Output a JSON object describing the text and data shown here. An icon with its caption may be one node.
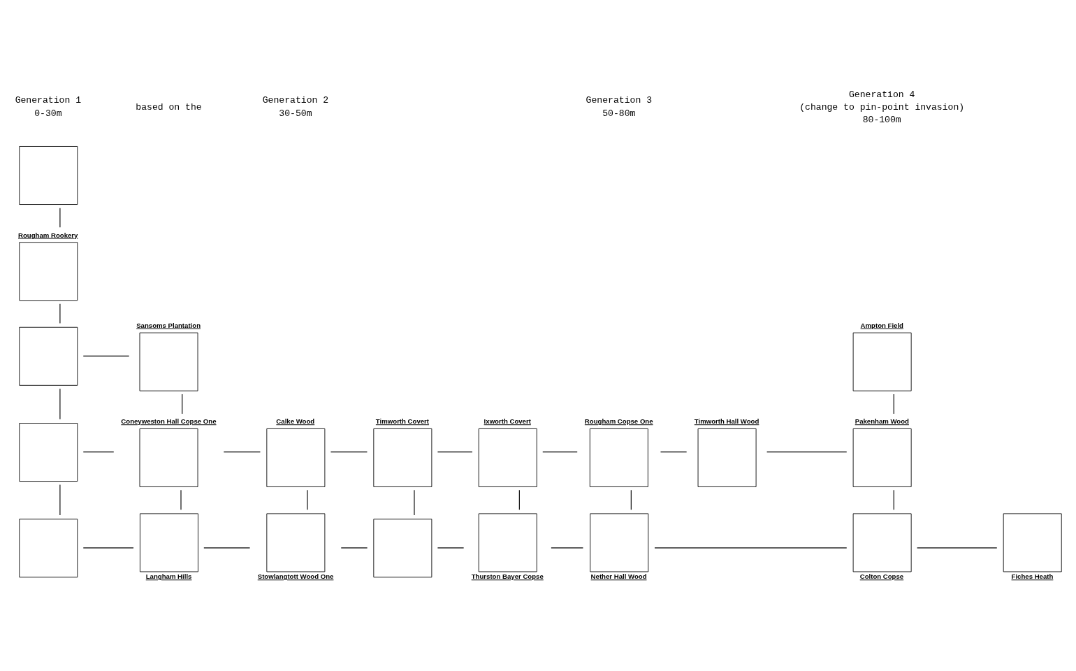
{
  "diagram": {
    "nodes": [
      {
        "text": [],
        "shape": "box"
      },
      {
        "text": [],
        "shape": "box",
        "beside": [
          "Rougham Rookery"
        ]
      },
      {
        "text": [],
        "shape": "box"
      },
      {
        "text": [],
        "shape": "box",
        "beside": [
          "Sansoms Plantation"
        ]
      },
      {
        "text": [],
        "shape": "box"
      },
      {
        "text": [],
        "shape": "box",
        "beside": [
          "Coneyweston Hall Copse One"
        ]
      },
      {
        "text": [],
        "shape": "box",
        "beside": [
          "Calke Wood"
        ]
      },
      {
        "text": [],
        "shape": "box",
        "beside": [
          "Timworth Covert"
        ]
      },
      {
        "text": [],
        "shape": "box",
        "beside": [
          "Ixworth Covert"
        ]
      },
      {
        "text": [],
        "shape": "box",
        "beside": [
          "Rougham Copse One"
        ]
      },
      {
        "text": [],
        "shape": "box",
        "beside": [
          "Timworth Hall Wood"
        ]
      },
      {
        "text": [],
        "shape": "box",
        "beside": [
          "Ampton Field"
        ]
      },
      {
        "text": [],
        "shape": "box",
        "beside": [
          "Pakenham Wood"
        ]
      },
      {
        "text": [],
        "shape": "box"
      },
      {
        "text": [],
        "shape": "box",
        "beside": [
          "Langham Hills"
        ]
      },
      {
        "text": [],
        "shape": "box",
        "beside": [
          "Stowlangtott Wood One"
        ]
      },
      {
        "text": [],
        "shape": "box"
      },
      {
        "text": [],
        "shape": "box",
        "beside": [
          "Thurston Bayer Copse"
        ]
      },
      {
        "text": [],
        "shape": "box",
        "beside": [
          "Nether Hall Wood"
        ]
      },
      {
        "text": [],
        "shape": "box",
        "beside": [
          "Colton Copse"
        ]
      },
      {
        "text": [],
        "shape": "box",
        "beside": [
          "Fiches Heath"
        ]
      }
    ],
    "edges": [
      {
        "from": 0,
        "to": 1,
        "arrow": "none"
      },
      {
        "from": 1,
        "to": 2,
        "arrow": "none"
      },
      {
        "from": 2,
        "to": 3,
        "arrow": "none"
      },
      {
        "from": 2,
        "to": 4,
        "arrow": "none"
      },
      {
        "from": 3,
        "to": 5,
        "arrow": "none"
      },
      {
        "from": 4,
        "to": 5,
        "arrow": "none"
      },
      {
        "from": 5,
        "to": 6,
        "arrow": "none"
      },
      {
        "from": 6,
        "to": 7,
        "arrow": "none"
      },
      {
        "from": 7,
        "to": 8,
        "arrow": "none"
      },
      {
        "from": 8,
        "to": 9,
        "arrow": "none"
      },
      {
        "from": 9,
        "to": 10,
        "arrow": "none"
      },
      {
        "from": 10,
        "to": 12,
        "arrow": "none"
      },
      {
        "from": 11,
        "to": 12,
        "arrow": "none"
      },
      {
        "from": 12,
        "to": 19,
        "arrow": "none"
      },
      {
        "from": 4,
        "to": 13,
        "arrow": "none"
      },
      {
        "from": 5,
        "to": 14,
        "arrow": "none"
      },
      {
        "from": 13,
        "to": 14,
        "arrow": "none"
      },
      {
        "from": 6,
        "to": 15,
        "arrow": "none"
      },
      {
        "from": 14,
        "to": 15,
        "arrow": "none"
      },
      {
        "from": 7,
        "to": 16,
        "arrow": "none"
      },
      {
        "from": 15,
        "to": 16,
        "arrow": "none"
      },
      {
        "from": 8,
        "to": 17,
        "arrow": "none"
      },
      {
        "from": 16,
        "to": 17,
        "arrow": "none"
      },
      {
        "from": 9,
        "to": 18,
        "arrow": "none"
      },
      {
        "from": 17,
        "to": 18,
        "arrow": "none"
      },
      {
        "from": 18,
        "to": 19,
        "arrow": "none"
      },
      {
        "from": 19,
        "to": 20,
        "arrow": "none"
      }
    ],
    "labels": [
      "based on the",
      "Generation 1",
      "0-30m",
      "Generation 2",
      "30-50m",
      "Generation 3",
      "50-80m",
      "Generation 4",
      "(change to pin-point invasion)",
      "80-100m"
    ]
  }
}
